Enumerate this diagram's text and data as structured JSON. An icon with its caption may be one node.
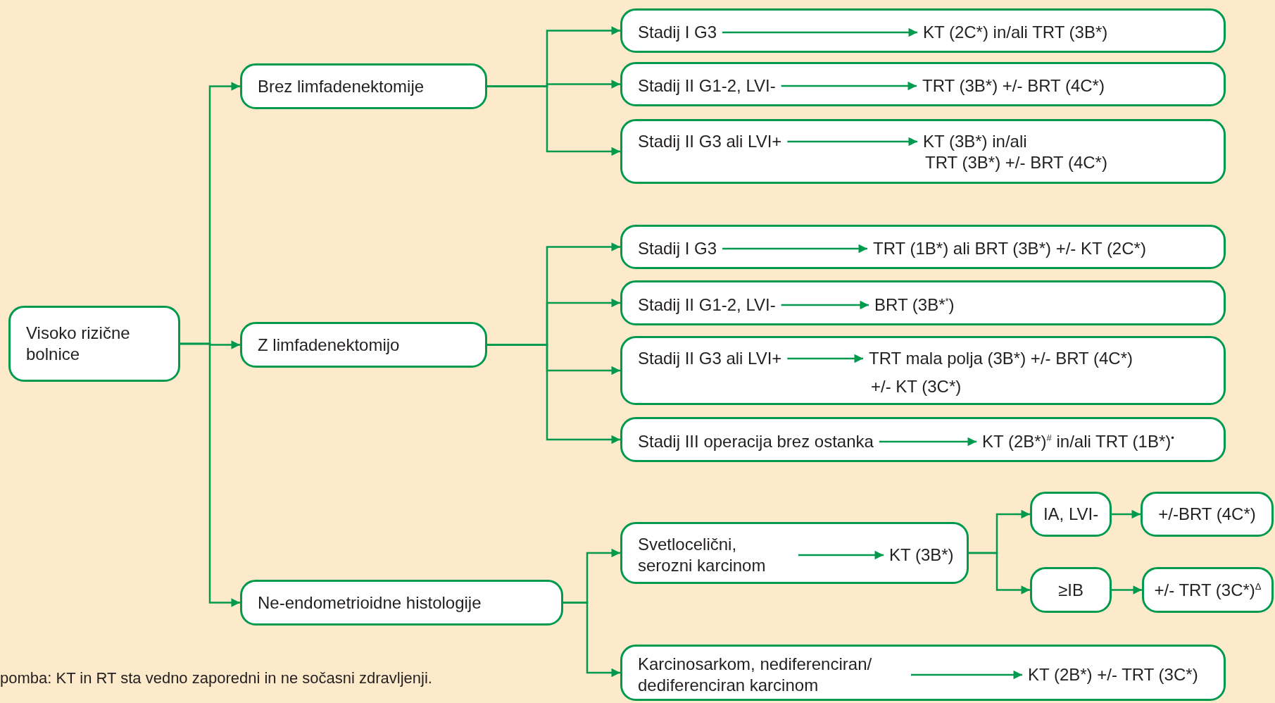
{
  "diagram": {
    "nodes": [
      {
        "text": [
          "Visoko rizične bolnice"
        ]
      },
      {
        "text": [
          "Brez limfadenektomije"
        ]
      },
      {
        "text": [],
        "shape": "box"
      },
      {
        "text": [
          "Stadij I G3"
        ],
        "in": 2
      },
      {
        "text": [
          "KT (2C*) in/ali TRT (3B*)"
        ],
        "in": 2
      },
      {
        "text": [],
        "shape": "box"
      },
      {
        "text": [
          "Stadij II G1-2, LVI-"
        ],
        "in": 5
      },
      {
        "text": [
          "TRT (3B*) +/- BRT (4C*)"
        ],
        "in": 5
      },
      {
        "text": [],
        "shape": "box"
      },
      {
        "text": [
          "Stadij II G3 ali LVI+"
        ],
        "in": 8
      },
      {
        "text": [
          "KT (3B*) in/ali",
          "TRT (3B*) +/- BRT (4C*)"
        ],
        "in": 8
      },
      {
        "text": [
          "Z limfadenektomijo"
        ]
      },
      {
        "text": [],
        "shape": "box"
      },
      {
        "text": [
          "Stadij I G3"
        ],
        "in": 12
      },
      {
        "text": [
          "TRT (1B*) ali BRT (3B*) +/- KT (2C*)"
        ],
        "in": 12
      },
      {
        "text": [],
        "shape": "box"
      },
      {
        "text": [
          "Stadij II G1-2, LVI-"
        ],
        "in": 15
      },
      {
        "text": [
          "BRT (3B*$^{*}$)"
        ],
        "in": 15
      },
      {
        "text": [],
        "shape": "box"
      },
      {
        "text": [
          "Stadij II G3 ali LVI+"
        ],
        "in": 18
      },
      {
        "text": [
          "TRT mala polja (3B*) +/- BRT (4C*)",
          "+/- KT (3C*)"
        ],
        "in": 18
      },
      {
        "text": [],
        "shape": "box"
      },
      {
        "text": [
          "Stadij III operacija brez ostanka"
        ],
        "in": 21
      },
      {
        "text": [
          "KT (2B*)$^{#}$ in/ali TRT (1B*)$^{•}$"
        ],
        "in": 21
      },
      {
        "text": [
          "Ne-endometrioidne histologije"
        ]
      },
      {
        "text": [],
        "shape": "box"
      },
      {
        "text": [
          "Svetlocelični, serozni karcinom"
        ],
        "in": 25
      },
      {
        "text": [
          "KT (3B*)"
        ],
        "in": 25
      },
      {
        "text": [
          "IA, LVI-"
        ]
      },
      {
        "text": [
          "+/-BRT (4C*)"
        ]
      },
      {
        "text": [
          "≥IB"
        ]
      },
      {
        "text": [
          "+/- TRT (3C*)$^{Δ}$"
        ]
      },
      {
        "text": [],
        "shape": "box"
      },
      {
        "text": [
          "Karcinosarkom, nediferenciran/ dediferenciran karcinom"
        ],
        "in": 32
      },
      {
        "text": [
          "KT (2B*) +/- TRT (3C*)"
        ],
        "in": 32
      }
    ],
    "edges": [
      {
        "from": 0,
        "to": 1,
        "arrow": "to"
      },
      {
        "from": 0,
        "to": 11,
        "arrow": "to"
      },
      {
        "from": 0,
        "to": 24,
        "arrow": "to"
      },
      {
        "from": 1,
        "to": 2,
        "arrow": "to"
      },
      {
        "from": 1,
        "to": 5,
        "arrow": "to"
      },
      {
        "from": 1,
        "to": 8,
        "arrow": "to"
      },
      {
        "from": 3,
        "to": 4,
        "arrow": "to"
      },
      {
        "from": 6,
        "to": 7,
        "arrow": "to"
      },
      {
        "from": 9,
        "to": 10,
        "arrow": "to"
      },
      {
        "from": 11,
        "to": 12,
        "arrow": "to"
      },
      {
        "from": 11,
        "to": 15,
        "arrow": "to"
      },
      {
        "from": 11,
        "to": 18,
        "arrow": "to"
      },
      {
        "from": 11,
        "to": 21,
        "arrow": "to"
      },
      {
        "from": 13,
        "to": 14,
        "arrow": "to"
      },
      {
        "from": 16,
        "to": 17,
        "arrow": "to"
      },
      {
        "from": 19,
        "to": 20,
        "arrow": "to"
      },
      {
        "from": 22,
        "to": 23,
        "arrow": "to"
      },
      {
        "from": 24,
        "to": 25,
        "arrow": "to"
      },
      {
        "from": 24,
        "to": 32,
        "arrow": "to"
      },
      {
        "from": 26,
        "to": 27,
        "arrow": "to"
      },
      {
        "from": 25,
        "to": 28,
        "arrow": "to"
      },
      {
        "from": 25,
        "to": 30,
        "arrow": "to"
      },
      {
        "from": 28,
        "to": 29,
        "arrow": "to"
      },
      {
        "from": 30,
        "to": 31,
        "arrow": "to"
      },
      {
        "from": 33,
        "to": 34,
        "arrow": "to"
      }
    ],
    "labels": [
      "pomba: KT in RT sta vedno zaporedni in ne sočasni zdravljenji."
    ]
  }
}
